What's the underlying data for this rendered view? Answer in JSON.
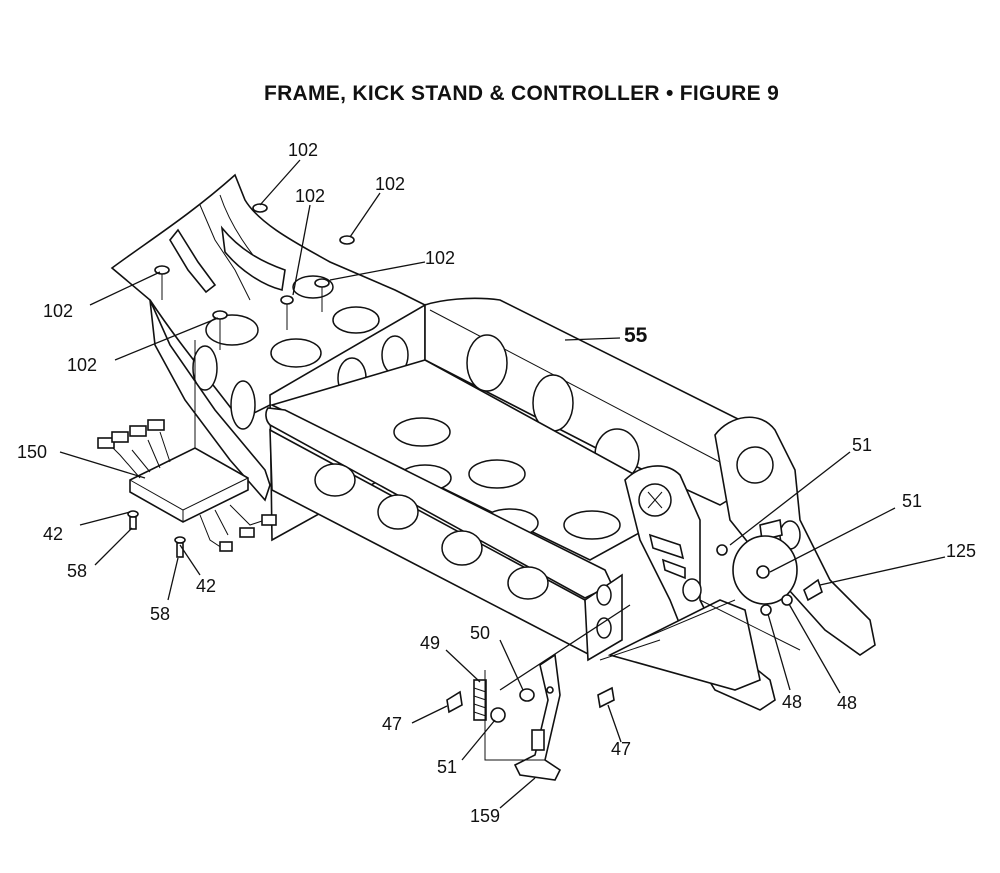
{
  "title": "FRAME, KICK STAND & CONTROLLER  •  FIGURE 9",
  "callouts": [
    {
      "id": "c102a",
      "label": "102"
    },
    {
      "id": "c102b",
      "label": "102"
    },
    {
      "id": "c102c",
      "label": "102"
    },
    {
      "id": "c102d",
      "label": "102"
    },
    {
      "id": "c102e",
      "label": "102"
    },
    {
      "id": "c102f",
      "label": "102"
    },
    {
      "id": "c55",
      "label": "55"
    },
    {
      "id": "c150",
      "label": "150"
    },
    {
      "id": "c42a",
      "label": "42"
    },
    {
      "id": "c58a",
      "label": "58"
    },
    {
      "id": "c42b",
      "label": "42"
    },
    {
      "id": "c58b",
      "label": "58"
    },
    {
      "id": "c51a",
      "label": "51"
    },
    {
      "id": "c51b",
      "label": "51"
    },
    {
      "id": "c125",
      "label": "125"
    },
    {
      "id": "c48a",
      "label": "48"
    },
    {
      "id": "c48b",
      "label": "48"
    },
    {
      "id": "c49",
      "label": "49"
    },
    {
      "id": "c50",
      "label": "50"
    },
    {
      "id": "c47a",
      "label": "47"
    },
    {
      "id": "c51c",
      "label": "51"
    },
    {
      "id": "c47b",
      "label": "47"
    },
    {
      "id": "c159",
      "label": "159"
    }
  ]
}
